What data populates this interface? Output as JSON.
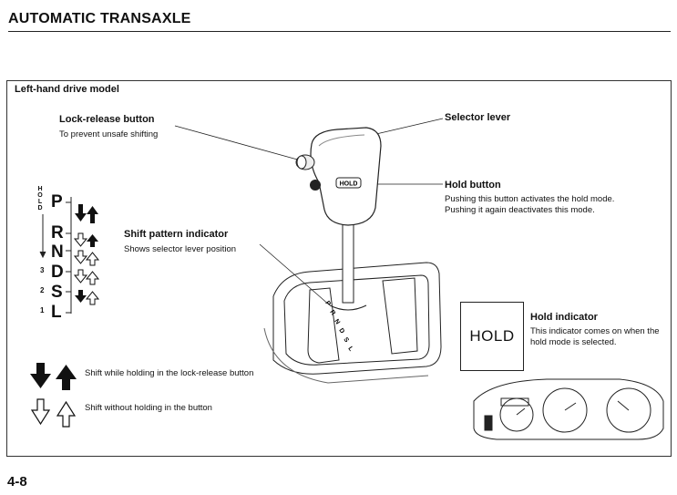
{
  "header": {
    "title": "AUTOMATIC TRANSAXLE"
  },
  "figure": {
    "model_label": "Left-hand drive model",
    "lock_release": {
      "title": "Lock-release button",
      "desc": "To prevent unsafe shifting"
    },
    "selector_lever": {
      "title": "Selector lever"
    },
    "hold_button": {
      "title": "Hold button",
      "desc": "Pushing this button activates the hold mode. Pushing it again deactivates this mode.",
      "knob_label": "HOLD"
    },
    "shift_pattern": {
      "title": "Shift pattern indicator",
      "desc": "Shows selector lever position"
    },
    "hold_indicator": {
      "title": "Hold indicator",
      "desc": "This indicator comes on when the hold mode is selected.",
      "display_text": "HOLD"
    },
    "gear_panel": {
      "side_label": "HOLD",
      "gears": [
        "P",
        "R",
        "N",
        "D",
        "S",
        "L"
      ],
      "hold_numbers": [
        "3",
        "2",
        "1"
      ]
    },
    "legend": {
      "hold_text": "Shift while holding in the lock-release button",
      "free_text": "Shift without holding in the button"
    }
  },
  "footer": {
    "page_number": "4-8"
  }
}
